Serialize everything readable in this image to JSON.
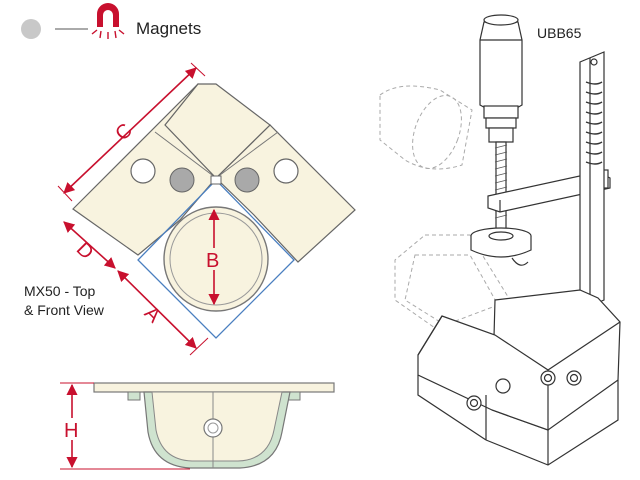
{
  "legend": {
    "label": "Magnets",
    "icon": "magnet-icon"
  },
  "model_label": "UBB65",
  "view_label_line1": "MX50 - Top",
  "view_label_line2": "& Front View",
  "dimensions": {
    "a": "A",
    "b": "B",
    "c": "C",
    "d": "D",
    "h": "H"
  },
  "colors": {
    "accent": "#c8102e",
    "plate_fill": "#f8f3df",
    "magnet_gray": "#a9a9a9",
    "outline_blue": "#4a7fc0",
    "pad_green": "#cfe3cf"
  }
}
